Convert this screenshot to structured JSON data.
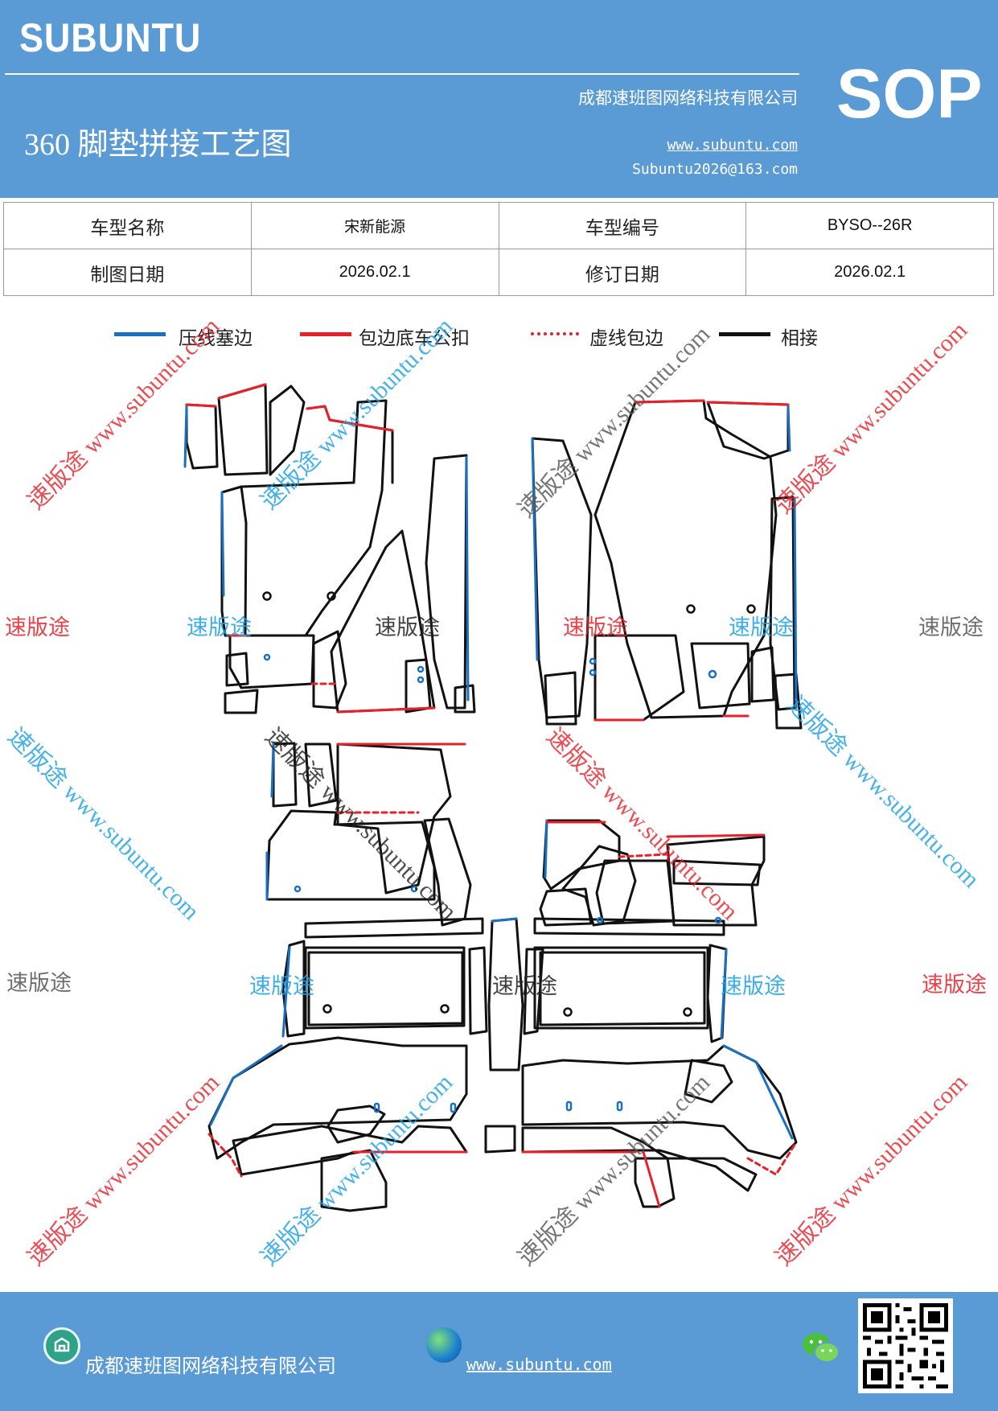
{
  "header": {
    "brand": "SUBUNTU",
    "sop": "SOP",
    "title": "360 脚垫拼接工艺图",
    "company": "成都速班图网络科技有限公司",
    "website": "www.subuntu.com",
    "email": "Subuntu2026@163.com"
  },
  "info": {
    "row1": {
      "label1": "车型名称",
      "value1": "宋新能源",
      "label2": "车型编号",
      "value2": "BYSO--26R"
    },
    "row2": {
      "label1": "制图日期",
      "value1": "2026.02.1",
      "label2": "修订日期",
      "value2": "2026.02.1"
    }
  },
  "legend": [
    {
      "label": "压线塞边",
      "color": "#1a6fc0",
      "style": "solid"
    },
    {
      "label": "包边底车公扣",
      "color": "#e8202a",
      "style": "solid"
    },
    {
      "label": "虚线包边",
      "color": "#e8202a",
      "style": "dashed"
    },
    {
      "label": "相接",
      "color": "#111111",
      "style": "solid"
    }
  ],
  "watermark": {
    "short": "速版途",
    "long": "速版途 www.subuntu.com",
    "colors": {
      "red": "#e8202a",
      "blue": "#1aa0e6",
      "gray": "#555555"
    }
  },
  "footer": {
    "company": "成都速班图网络科技有限公司",
    "website": "www.subuntu.com"
  },
  "icons": [
    "company-logo-icon",
    "globe-icon",
    "wechat-icon",
    "qr-code"
  ]
}
